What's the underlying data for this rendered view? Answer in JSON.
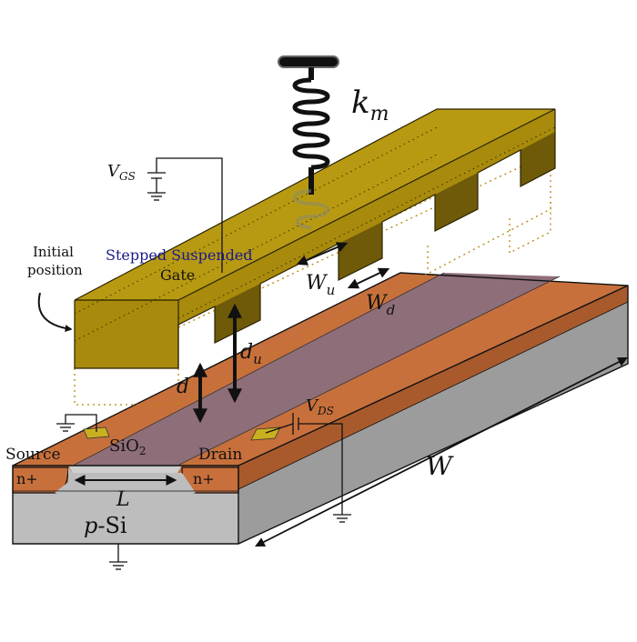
{
  "labels": {
    "k_main": "k",
    "k_sub": "m",
    "vgs_main": "V",
    "vgs_sub": "GS",
    "initial_line1": "Initial",
    "initial_line2": "position",
    "gate_line1": "Stepped Suspended",
    "gate_line2": "Gate",
    "wu_main": "W",
    "wu_sub": "u",
    "wd_main": "W",
    "wd_sub": "d",
    "du_main": "d",
    "du_sub": "u",
    "d": "d",
    "vds_main": "V",
    "vds_sub": "DS",
    "source": "Source",
    "drain": "Drain",
    "oxide_main": "SiO",
    "oxide_sub": "2",
    "nplus_left": "n+",
    "nplus_right": "n+",
    "L": "L",
    "substrate_italic": "p",
    "substrate_rest": "-Si",
    "W": "W"
  },
  "colors": {
    "gate_top": "#b89a12",
    "gate_front": "#a88a0c",
    "gate_side": "#8a700a",
    "gate_step": "#6e5a08",
    "copper": "#c8703c",
    "copper_dark": "#a85a2c",
    "channel": "#8e6e78",
    "substrate_top": "#c4c4c4",
    "substrate_front": "#bdbdbd",
    "substrate_side": "#9c9c9c",
    "label_blue": "#1a1a8c",
    "ink": "#111111"
  }
}
